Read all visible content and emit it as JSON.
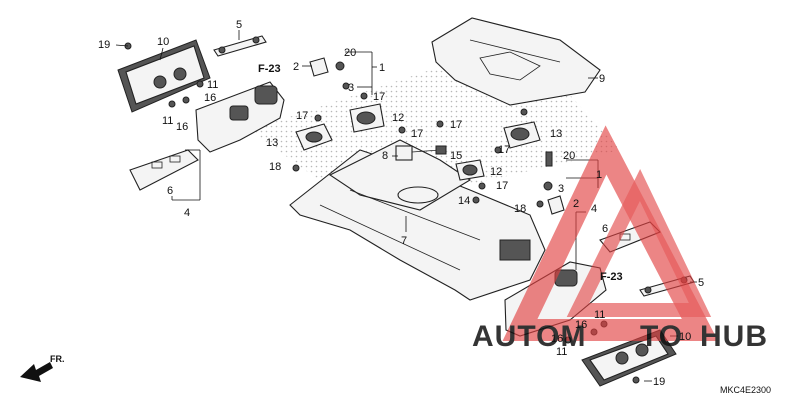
{
  "diagram": {
    "code": "MKC4E2300",
    "front_arrow_label": "FR.",
    "refs": [
      "F-23",
      "F-23"
    ],
    "callouts": [
      "19",
      "10",
      "5",
      "2",
      "20",
      "1",
      "9",
      "11",
      "16",
      "11",
      "16",
      "3",
      "17",
      "4",
      "6",
      "13",
      "17",
      "12",
      "17",
      "17",
      "8",
      "15",
      "12",
      "17",
      "13",
      "20",
      "1",
      "18",
      "17",
      "3",
      "2",
      "14",
      "18",
      "7",
      "4",
      "6",
      "5",
      "11",
      "16",
      "16",
      "11",
      "10",
      "19"
    ],
    "watermark": {
      "text_left": "AUTOM",
      "text_mid": "TO",
      "text_right": "HUB",
      "color_text": "#f2b08a",
      "color_triangle": "#e24040"
    }
  }
}
